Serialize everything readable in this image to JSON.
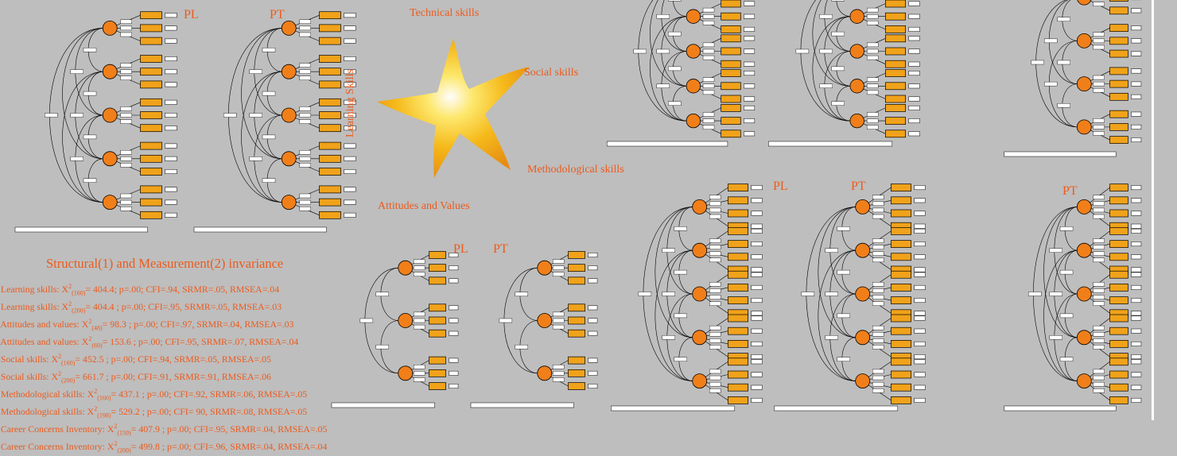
{
  "labels": {
    "pl": "PL",
    "pt": "PT",
    "technical": "Technical skills",
    "social": "Social skills",
    "methodological": "Methodological skills",
    "attitudes": "Attitudes and Values",
    "learning": "Learning Skills",
    "invariance_title": "Structural(1) and Measurement(2) invariance"
  },
  "stats": [
    {
      "prefix": "Learning skills: X",
      "sup": "2",
      "sub": "(160)",
      "rest": "= 404.4; p=.00; CFI=.94, SRMR=.05, RMSEA=.04"
    },
    {
      "prefix": "Learning skills: X",
      "sup": "2",
      "sub": "(200)",
      "rest": "= 404.4 ; p=.00; CFI=.95, SRMR=.05, RMSEA=.03"
    },
    {
      "prefix": "Attitudes and values: X",
      "sup": "2",
      "sub": "(48)",
      "rest": "= 98.3 ; p=.00; CFI=.97, SRMR=.04, RMSEA=.03"
    },
    {
      "prefix": "Attitudes and values: X",
      "sup": "2",
      "sub": "(69)",
      "rest": "= 153.6 ; p=.00; CFI=.95, SRMR=.07, RMSEA=.04"
    },
    {
      "prefix": "Social skills: X",
      "sup": "2",
      "sub": "(160)",
      "rest": "= 452.5 ; p=.00; CFI=.94, SRMR=.05, RMSEA=.05"
    },
    {
      "prefix": "Social skills: X",
      "sup": "2",
      "sub": "(200)",
      "rest": "= 661.7 ; p=.00; CFI=.91, SRMR=.91, RMSEA=.06"
    },
    {
      "prefix": "Methodological skills: X",
      "sup": "2",
      "sub": "(160)",
      "rest": "= 437.1 ; p=.00; CFI=.92, SRMR=.06, RMSEA=.05"
    },
    {
      "prefix": "Methodological skills: X",
      "sup": "2",
      "sub": "(198)",
      "rest": "= 529.2 ; p=.00; CFI= 90, SRMR=.08, RMSEA=.05"
    },
    {
      "prefix": "Career Concerns Inventory: X",
      "sup": "2",
      "sub": "(159)",
      "rest": "= 407.9 ; p=.00; CFI=.95, SRMR=.04, RMSEA=.05"
    },
    {
      "prefix": "Career Concerns Inventory: X",
      "sup": "2",
      "sub": "(200)",
      "rest": "= 499.8 ; p=.00; CFI=.96, SRMR=.04, RMSEA=.04"
    }
  ],
  "colors": {
    "background": "#bebebe",
    "accent": "#ec5a1c",
    "node": "#f07f1a",
    "box": "#f0a21a"
  }
}
